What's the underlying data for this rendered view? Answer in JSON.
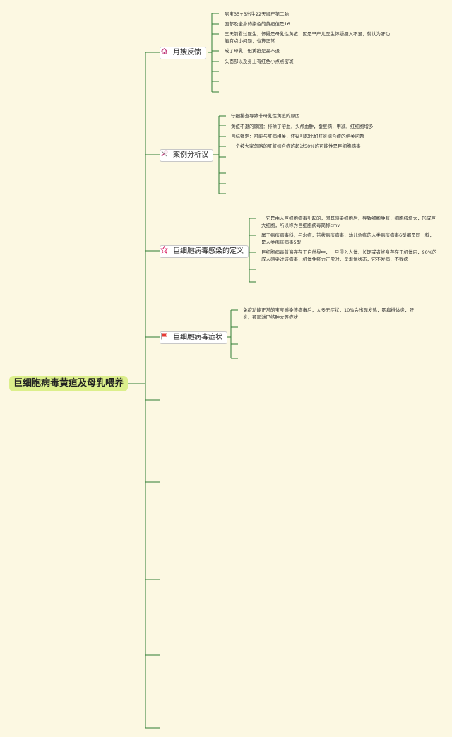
{
  "root": {
    "title": "巨细胞病毒黄疸及母乳喂养"
  },
  "branches": [
    {
      "title": "月嫂反馈",
      "icon": "house-icon",
      "items": [
        "男宝35+3出生22天顺产第二胎",
        "面部及全身的染色的黄疸值是16",
        "三天前看过医生，怀疑是母乳性黄疸，因是早产儿医生怀疑摄入不足，就认为肝功能有点小问题，也算正常",
        "成了母乳，但黄疸是高不退",
        "头面部以及身上有红色小点点密斑"
      ]
    },
    {
      "title": "案例分析议",
      "icon": "tools-icon",
      "items": [
        "仔细排查导致非母乳性黄疸的原因",
        "黄疸不退的原因：排除了溶血，头颅血肿，蚕豆病，甲减，红细胞增多",
        "目标锁定：可能与肝病相关，怀疑引起比如肝炎综合症的相关问题",
        "一个被大家忽略的肝脏综合症的超过50%的可能性是巨细胞病毒"
      ]
    },
    {
      "title": "巨细胞病毒感染的定义",
      "icon": "star-icon",
      "items": [
        "一它是由人巨细胞病毒引起的，因其感染细胞后，导致细胞肿胀，细胞核增大，形成巨大细胞，所以称为巨细胞病毒简称cmv",
        "属于疱疹病毒科，与水痘，带状疱疹病毒，幼儿急疹的人类疱疹病毒6型都是同一科，是人类疱疹病毒5型",
        "巨细胞病毒普遍存在于自然界中，一旦侵入人体，长期或者终身存在于机体内，90%的成人感染过该病毒，机体免疫力正常时，呈潜伏状态，它不发病，不致病"
      ]
    },
    {
      "title": "巨细胞病毒症状",
      "icon": "flag-icon",
      "items": [
        "免疫功能正常的宝宝感染该病毒后，大多无症状，10%会出现发热，咽扁桃体炎，肝炎，颈部淋巴结肿大等症状"
      ]
    }
  ],
  "colors": {
    "line": "#2e7d32",
    "root_bg": "#dcef8c",
    "background": "#fcf8e2"
  }
}
